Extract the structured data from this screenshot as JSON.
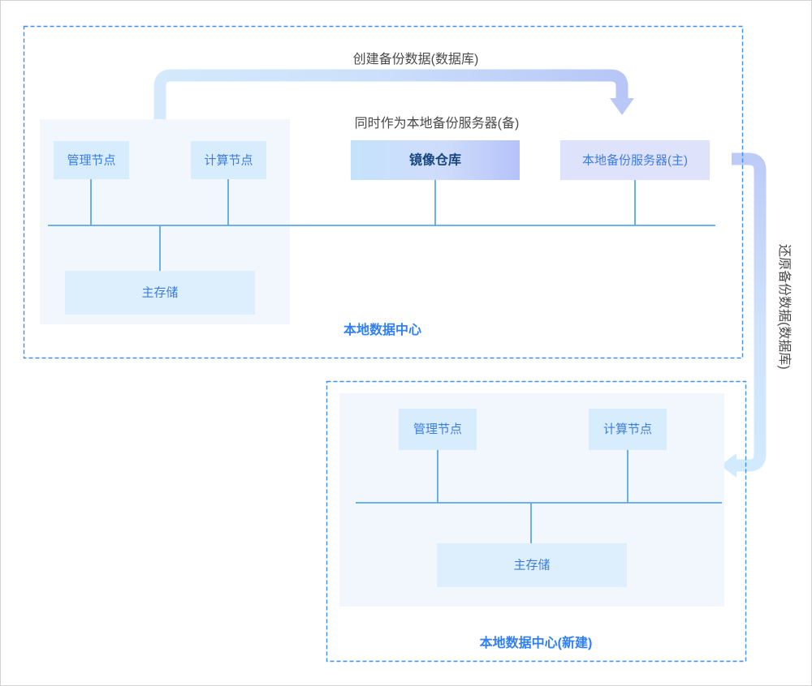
{
  "diagram": {
    "title_flow_top": "创建备份数据(数据库)",
    "note_mirror": "同时作为本地备份服务器(备)",
    "flow_right_vertical": "还原备份数据(数据库)",
    "colors": {
      "accent_blue": "#3d8ef0",
      "zone_label": "#2f7ff7",
      "node_text": "#3d7de0",
      "node_text_dark": "#16467f",
      "flow_text": "#4a4a4a",
      "panel_bg": "#f2f7fe",
      "node_blue": "#d7ecfc",
      "node_purple": "#dfe2fb",
      "arrow_light": "#cfe6fb",
      "arrow_periwinkle": "#bcc9f7",
      "bus_line": "#5aa7e8",
      "outer_border": "#d2d2d2"
    },
    "zones": [
      {
        "id": "local-dc",
        "label": "本地数据中心",
        "nodes": [
          {
            "id": "mgmt-node-1",
            "label": "管理节点",
            "style": "blue"
          },
          {
            "id": "compute-node-1",
            "label": "计算节点",
            "style": "blue"
          },
          {
            "id": "mirror-repo",
            "label": "镜像仓库",
            "style": "gradient"
          },
          {
            "id": "local-backup-primary",
            "label": "本地备份服务器(主)",
            "style": "purple"
          },
          {
            "id": "primary-storage-1",
            "label": "主存储",
            "style": "store"
          }
        ]
      },
      {
        "id": "local-dc-new",
        "label": "本地数据中心(新建)",
        "nodes": [
          {
            "id": "mgmt-node-2",
            "label": "管理节点",
            "style": "blue"
          },
          {
            "id": "compute-node-2",
            "label": "计算节点",
            "style": "blue"
          },
          {
            "id": "primary-storage-2",
            "label": "主存储",
            "style": "store"
          }
        ]
      }
    ],
    "flows": [
      {
        "id": "flow-create-backup",
        "label": "创建备份数据(数据库)",
        "direction": "down-right"
      },
      {
        "id": "flow-restore-backup",
        "label": "还原备份数据(数据库)",
        "direction": "down-left"
      }
    ]
  }
}
